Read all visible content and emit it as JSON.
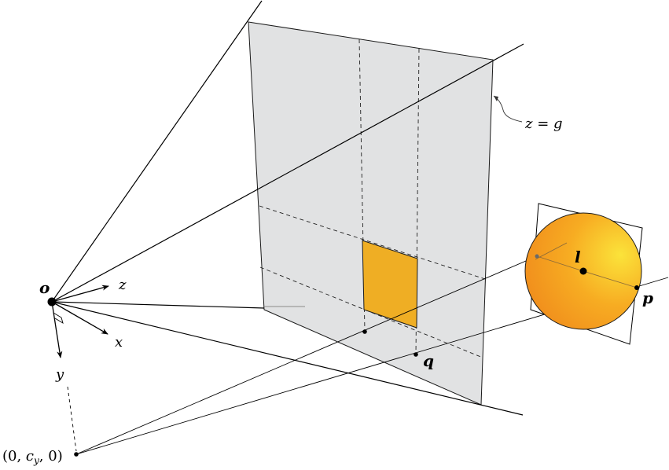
{
  "labels": {
    "origin": "o",
    "axis_z": "z",
    "axis_x": "x",
    "axis_y": "y",
    "plane": "z = g",
    "point_q": "q",
    "point_p": "p",
    "point_l": "l",
    "point_c_open": "(0, ",
    "point_c_c": "c",
    "point_c_sub": "y",
    "point_c_close": ", 0)"
  },
  "colors": {
    "plane_fill": "#e1e2e3",
    "plane_stroke": "#1a1a1a",
    "patch_fill": "#efae24",
    "sphere_light": "#fbe33a",
    "sphere_mid": "#f7ac22",
    "sphere_dark": "#f08c1c",
    "line": "#000000",
    "faint_line": "#8a8a8a"
  }
}
